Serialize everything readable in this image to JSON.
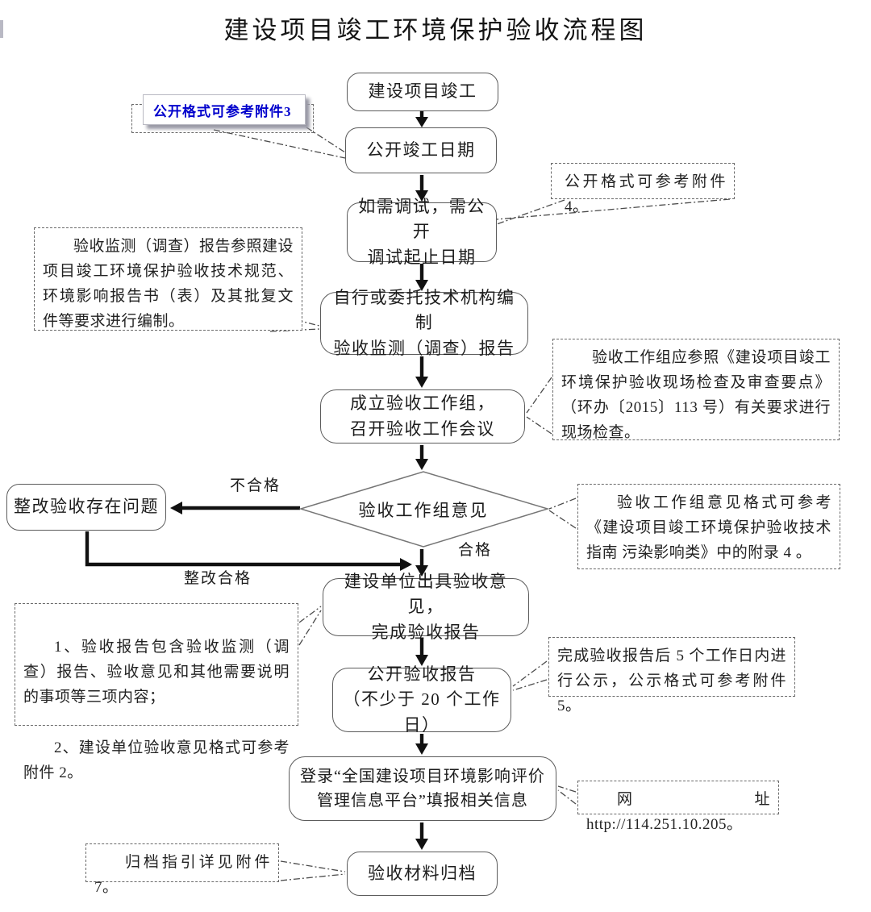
{
  "title": "建设项目竣工环境保护验收流程图",
  "nodes": {
    "start": {
      "label": "建设项目竣工"
    },
    "open_date": {
      "label": "公开竣工日期"
    },
    "debug": {
      "label": "如需调试，需公开\n调试起止日期"
    },
    "compile_report": {
      "label": "自行或委托技术机构编制\n验收监测（调查）报告"
    },
    "workgroup": {
      "label": "成立验收工作组，\n召开验收工作会议"
    },
    "decision": {
      "label": "验收工作组意见"
    },
    "rectify": {
      "label": "整改验收存在问题"
    },
    "opinion": {
      "label": "建设单位出具验收意见，\n完成验收报告"
    },
    "publish": {
      "label": "公开验收报告\n（不少于 20 个工作日）"
    },
    "platform": {
      "label": "登录“全国建设项目环境影响评价\n管理信息平台”填报相关信息"
    },
    "archive": {
      "label": "验收材料归档"
    }
  },
  "edge_labels": {
    "fail": "不合格",
    "pass": "合格",
    "rectify_pass": "整改合格"
  },
  "annotations": {
    "annex3": {
      "label": "公开格式可参考附件3",
      "color": "#0000cc"
    },
    "annex4": {
      "text": "公开格式可参考附件 4。"
    },
    "monitor": {
      "text": "验收监测（调查）报告参照建设项目竣工环境保护验收技术规范、环境影响报告书（表）及其批复文件等要求进行编制。"
    },
    "inspect": {
      "text": "验收工作组应参照《建设项目竣工环境保护验收现场检查及审查要点》（环办〔2015〕113 号）有关要求进行现场检查。"
    },
    "opinion_format": {
      "text": "验收工作组意见格式可参考《建设项目竣工环境保护验收技术指南 污染影响类》中的附录 4 。"
    },
    "report_items": {
      "item1": "1、验收报告包含验收监测（调查）报告、验收意见和其他需要说明的事项等三项内容；",
      "item2": "2、建设单位验收意见格式可参考附件 2。"
    },
    "publicity": {
      "text": "完成验收报告后 5 个工作日内进行公示，公示格式可参考附件 5。"
    },
    "url": {
      "text": "网址 http://114.251.10.205。"
    },
    "archive_guide": {
      "text": "归档指引详见附件 7。"
    }
  }
}
